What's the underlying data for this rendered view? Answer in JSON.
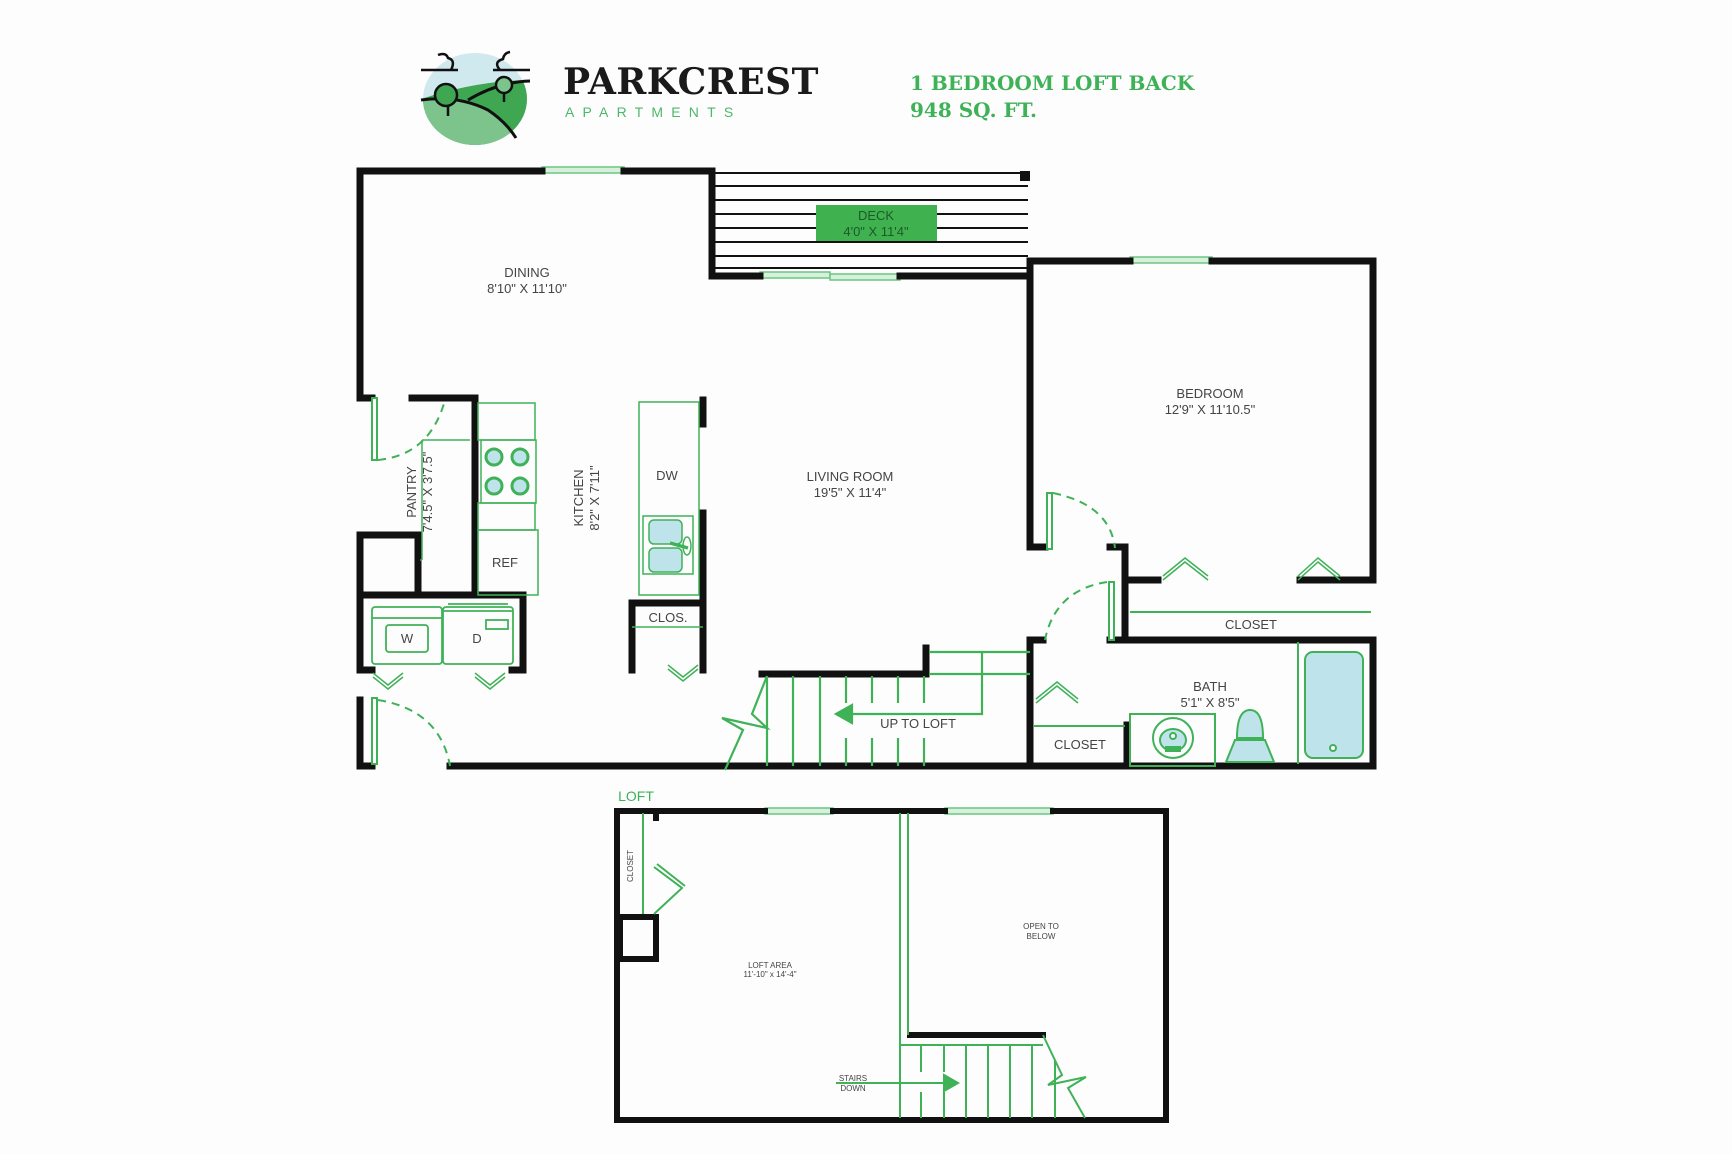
{
  "brand": {
    "name": "PARKCREST",
    "subtitle": "APARTMENTS",
    "logo_icon": "landscape-hills-trees-icon"
  },
  "plan": {
    "title": "1 BEDROOM LOFT BACK",
    "area": "948 SQ. FT."
  },
  "colors": {
    "wall": "#111111",
    "fixture_green": "#3fb258",
    "window_green": "#a8ddb4",
    "water_blue": "#bfe3ea",
    "deck_badge": "#3fb24f",
    "logo_sky": "#cfe9ef",
    "logo_hill_light": "#7cc48c",
    "logo_hill_dark": "#3fa652",
    "label_text": "#444444"
  },
  "main_floor": {
    "rooms": [
      {
        "name": "DINING",
        "size": "8'10\" X 11'10\""
      },
      {
        "name": "DECK",
        "size": "4'0\" X 11'4\""
      },
      {
        "name": "BEDROOM",
        "size": "12'9\" X 11'10.5\""
      },
      {
        "name": "LIVING ROOM",
        "size": "19'5\" X 11'4\""
      },
      {
        "name": "KITCHEN",
        "size": "8'2\" X 7'11\""
      },
      {
        "name": "PANTRY",
        "size": "7'4.5\" X 3'7.5\""
      },
      {
        "name": "BATH",
        "size": "5'1\" X 8'5\""
      }
    ],
    "fixtures": {
      "dishwasher": "DW",
      "refrigerator": "REF",
      "washer": "W",
      "dryer": "D",
      "kitchen_closet": "CLOS.",
      "bedroom_closet": "CLOSET",
      "hall_closet": "CLOSET"
    },
    "stairs_label": "UP TO LOFT"
  },
  "loft": {
    "label": "LOFT",
    "closet": "CLOSET",
    "area_name": "LOFT AREA",
    "area_size": "11'-10\" x 14'-4\"",
    "open_line1": "OPEN TO",
    "open_line2": "BELOW",
    "stairs_line1": "STAIRS",
    "stairs_line2": "DOWN"
  }
}
